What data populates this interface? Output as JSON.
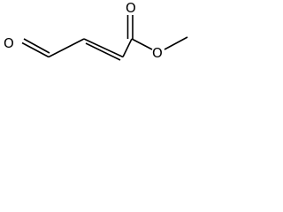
{
  "molecule": {
    "atoms": [
      {
        "symbol": "O"
      },
      {
        "symbol": "O"
      },
      {
        "symbol": "O"
      }
    ],
    "bond_color": "#000000"
  }
}
